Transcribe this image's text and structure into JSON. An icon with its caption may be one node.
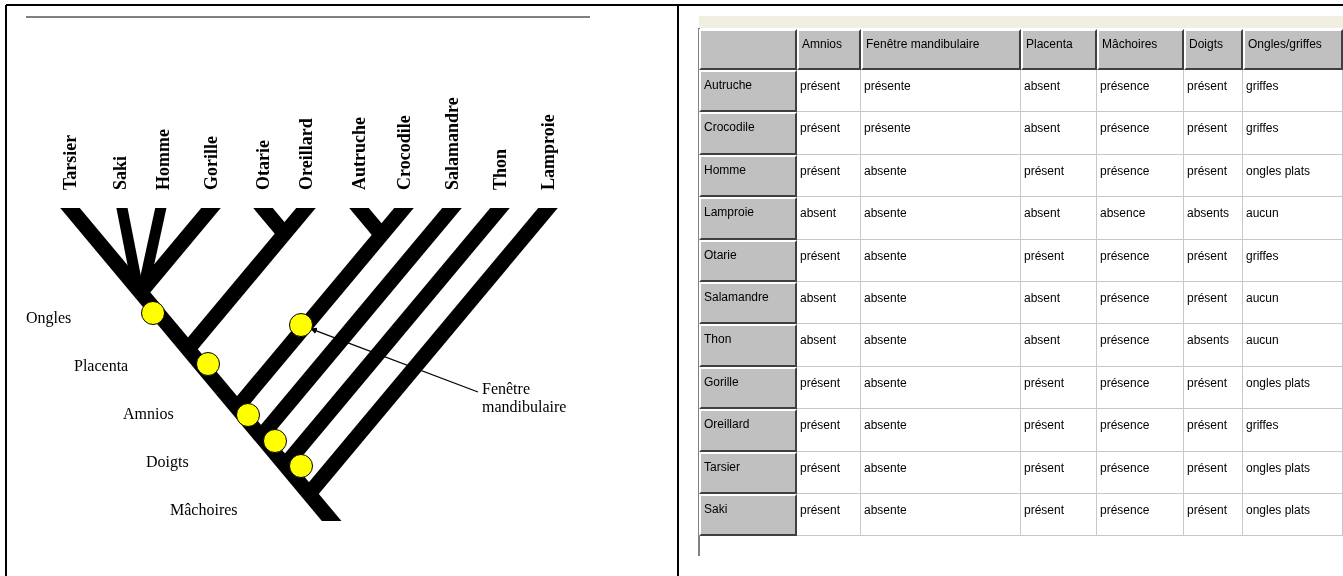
{
  "diagram": {
    "nodes": [
      {
        "text": [],
        "shape": "circle"
      },
      {
        "text": [],
        "shape": "circle"
      },
      {
        "text": [],
        "shape": "circle"
      },
      {
        "text": [],
        "shape": "circle"
      },
      {
        "text": [],
        "shape": "circle"
      },
      {
        "text": [],
        "shape": "circle"
      },
      {
        "text": [
          "Fenêtre mandibulaire"
        ]
      }
    ],
    "edges": [
      {
        "from": 6,
        "to": 4,
        "arrow": "to"
      }
    ],
    "labels": [
      "Tarsier",
      "Saki",
      "Homme",
      "Gorille",
      "Otarie",
      "Oreillard",
      "Autruche",
      "Crocodile",
      "Salamandre",
      "Thon",
      "Lamproie",
      "Ongles",
      "Placenta",
      "Amnios",
      "Doigts",
      "Mâchoires",
      "Amnios",
      "Fenêtre mandibulaire",
      "Placenta",
      "Mâchoires",
      "Doigts",
      "Ongles/griffes",
      "Autruche",
      "présent",
      "présente",
      "absent",
      "présence",
      "présent",
      "griffes",
      "Crocodile",
      "présent",
      "présente",
      "absent",
      "présence",
      "présent",
      "griffes",
      "Homme",
      "présent",
      "absente",
      "présent",
      "présence",
      "présent",
      "ongles plats",
      "Lamproie",
      "absent",
      "absente",
      "absent",
      "absence",
      "absents",
      "aucun",
      "Otarie",
      "présent",
      "absente",
      "présent",
      "présence",
      "présent",
      "griffes",
      "Salamandre",
      "absent",
      "absente",
      "absent",
      "présence",
      "présent",
      "aucun",
      "Thon",
      "absent",
      "absente",
      "absent",
      "présence",
      "absents",
      "aucun",
      "Gorille",
      "présent",
      "absente",
      "présent",
      "présence",
      "présent",
      "ongles plats",
      "Oreillard",
      "présent",
      "absente",
      "présent",
      "présence",
      "présent",
      "griffes",
      "Tarsier",
      "présent",
      "absente",
      "présent",
      "présence",
      "présent",
      "ongles plats",
      "Saki",
      "présent",
      "absente",
      "présent",
      "présence",
      "présent",
      "ongles plats"
    ]
  }
}
